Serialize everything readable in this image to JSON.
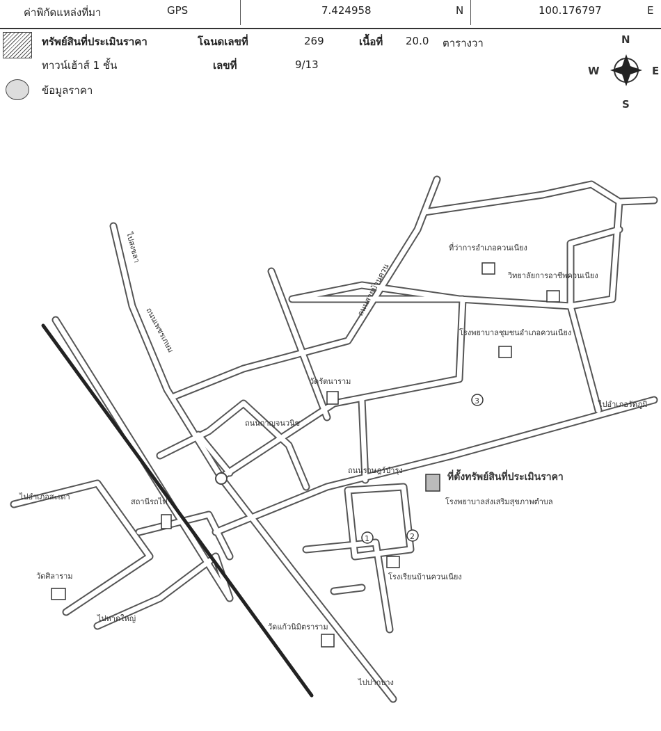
{
  "header": {
    "coord_label": "ค่าพิกัดแหล่งที่มา",
    "source": "GPS",
    "lat": "7.424958",
    "lat_dir": "N",
    "lon": "100.176797",
    "lon_dir": "E"
  },
  "legend": {
    "subject_label": "ทรัพย์สินที่ประเมินราคา",
    "deed_label": "โฉนดเลขที่",
    "deed_no": "269",
    "area_label": "เนื้อที่",
    "area_value": "20.0",
    "area_unit": "ตารางวา",
    "building_type": "ทาวน์เฮ้าส์ 1 ชั้น",
    "number_label": "เลขที่",
    "number_value": "9/13",
    "price_data_label": "ข้อมูลราคา"
  },
  "compass": {
    "n": "N",
    "s": "S",
    "e": "E",
    "w": "W"
  },
  "map_labels": {
    "district_office": "ที่ว่าการอำเภอควนเนียง",
    "college": "วิทยาลัยการอาชีพควนเนียง",
    "hospital": "โรงพยาบาลชุมชนอำเภอควนเนียง",
    "temple_1": "วัดรัตนาราม",
    "subject": "ที่ตั้งทรัพย์สินที่ประเมินราคา",
    "school_1": "โรงพยาบาลส่งเสริมสุขภาพตำบล",
    "school_2": "โรงเรียนบ้านควนเนียง",
    "station": "สถานีรถไฟ",
    "temple_2": "วัดแก้วนิมิตราราม",
    "temple_3": "วัดศิลาราม",
    "road_1": "ถนนกาญจนวนิช",
    "road_2": "ถนนเพชรเกษม",
    "road_3": "ไปอำเภอรัตภูมิ",
    "road_4": "ไปหาดใหญ่",
    "road_5": "ไปอำเภอสะเดา",
    "road_6": "ไปสงขลา",
    "road_7": "ถนนราษฎร์บำรุง",
    "road_8": "ถนนสายบ้านควน",
    "road_9": "ไปปากบาง"
  },
  "price_markers": [
    "3",
    "1",
    "2"
  ]
}
